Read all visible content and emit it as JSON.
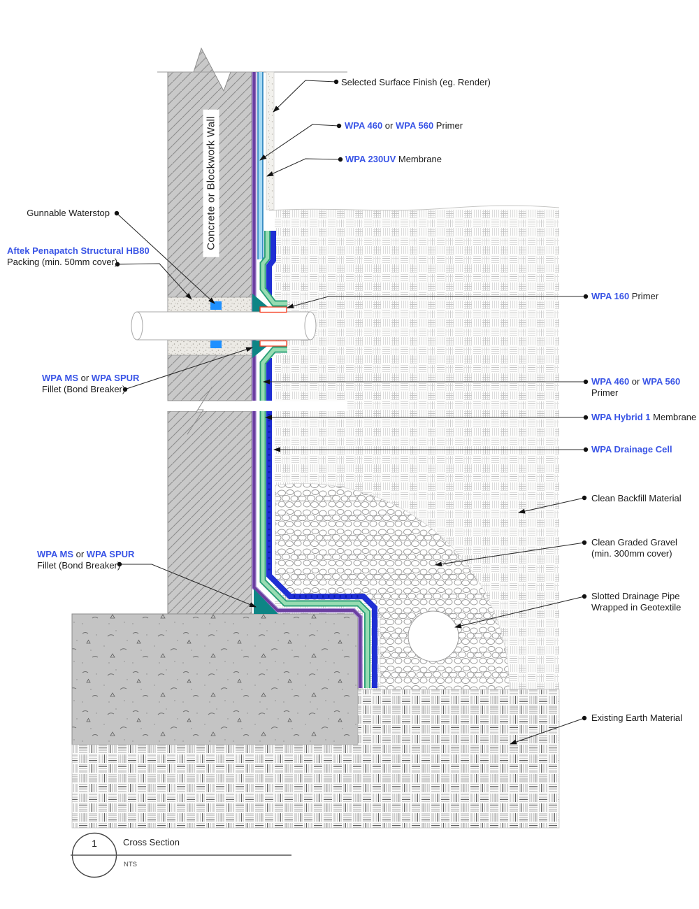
{
  "document": {
    "type": "waterproofing construction detail drawing"
  },
  "wall_label": "Concrete or Blockwork Wall",
  "callouts": {
    "surface_finish": {
      "text": "Selected Surface Finish (eg. Render)"
    },
    "primer_top": {
      "a": "WPA 460",
      "b": " or ",
      "c": "WPA 560",
      "d": " Primer"
    },
    "membrane_230uv": {
      "a": "WPA 230UV",
      "b": " Membrane"
    },
    "gunnable_waterstop": {
      "text": "Gunnable Waterstop"
    },
    "penapatch": {
      "line1": "Aftek Penapatch Structural HB80",
      "line2": "Packing (min. 50mm cover)"
    },
    "fillet": {
      "a": "WPA MS",
      "b": " or ",
      "c": "WPA SPUR",
      "line2": "Fillet (Bond Breaker)"
    },
    "primer_160": {
      "a": "WPA 160",
      "b": " Primer"
    },
    "primer_right": {
      "a": "WPA 460",
      "b": " or ",
      "c": "WPA 560",
      "line2": "Primer"
    },
    "hybrid1": {
      "a": "WPA Hybrid 1",
      "b": " Membrane"
    },
    "drainage_cell": {
      "a": "WPA Drainage Cell"
    },
    "backfill": {
      "text": "Clean Backfill Material"
    },
    "gravel": {
      "line1": "Clean Graded Gravel",
      "line2": "(min. 300mm cover)"
    },
    "slotted_pipe": {
      "line1": "Slotted Drainage Pipe",
      "line2": "Wrapped in Geotextile"
    },
    "earth": {
      "text": "Existing Earth Material"
    }
  },
  "title_block": {
    "number": "1",
    "title": "Cross Section",
    "scale": "NTS"
  },
  "colors": {
    "text_black": "#1c1c1c",
    "text_blue": "#3a55e6",
    "wall_gray": "#c9c9c9",
    "primer_purple": "#6b3fa0",
    "membrane_230uv_cyan": "#a7daf4",
    "membrane_hybrid_green": "#98dcb2",
    "membrane_edge_teal": "#2aa078",
    "drainage_cell_blue": "#1f2fd4",
    "fillet_teal": "#0e8585",
    "waterstop_blue": "#1e90ff",
    "primer_160_red": "#f4391c"
  }
}
